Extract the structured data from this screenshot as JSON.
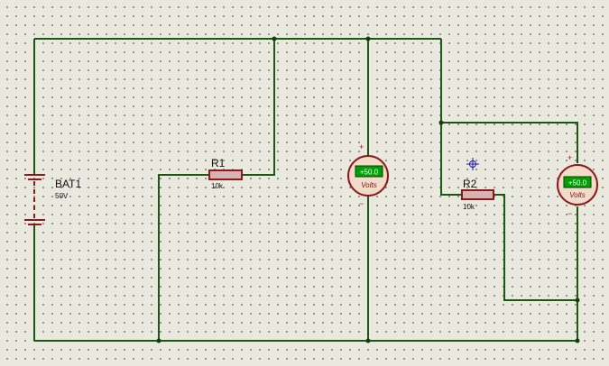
{
  "battery": {
    "name": "BAT1",
    "value": "50V"
  },
  "resistors": [
    {
      "name": "R1",
      "value": "10k"
    },
    {
      "name": "R2",
      "value": "10k"
    }
  ],
  "voltmeters": [
    {
      "reading": "+50.0",
      "unit": "Volts",
      "plus": "+",
      "minus": "−"
    },
    {
      "reading": "+50.0",
      "unit": "Volts",
      "plus": "+",
      "minus": "−"
    }
  ],
  "colors": {
    "wire": "#1c5a12",
    "junction": "#163c0e",
    "component": "#8b1a1a",
    "resistor_fill": "#d9b3b3",
    "meter_fill": "#f0dcc8",
    "display_bg": "#00a000",
    "cursor": "#1a1aa0"
  }
}
